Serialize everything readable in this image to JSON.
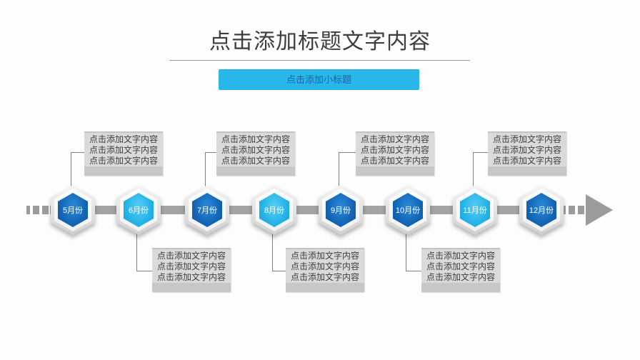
{
  "title": {
    "text": "点击添加标题文字内容"
  },
  "subtitle": {
    "text": "点击添加小标题"
  },
  "colors": {
    "accent_cyan": "#29b6e8",
    "accent_dark_blue": "#1365b4",
    "timeline_gray": "#a4a4a4",
    "callout_gray": "#dadada",
    "subtitle_text_blue": "#1566a6"
  },
  "timeline": {
    "nodes": [
      {
        "label": "5月份",
        "variant": "dark"
      },
      {
        "label": "6月份",
        "variant": "cyan"
      },
      {
        "label": "7月份",
        "variant": "dark"
      },
      {
        "label": "8月份",
        "variant": "cyan"
      },
      {
        "label": "9月份",
        "variant": "dark"
      },
      {
        "label": "10月份",
        "variant": "dark"
      },
      {
        "label": "11月份",
        "variant": "cyan"
      },
      {
        "label": "12月份",
        "variant": "dark"
      }
    ],
    "callouts": [
      {
        "attached_to": "5月份",
        "position": "above",
        "lines": [
          "点击添加文字内容",
          "点击添加文字内容",
          "点击添加文字内容"
        ]
      },
      {
        "attached_to": "7月份",
        "position": "above",
        "lines": [
          "点击添加文字内容",
          "点击添加文字内容",
          "点击添加文字内容"
        ]
      },
      {
        "attached_to": "9月份",
        "position": "above",
        "lines": [
          "点击添加文字内容",
          "点击添加文字内容",
          "点击添加文字内容"
        ]
      },
      {
        "attached_to": "11月份",
        "position": "above",
        "lines": [
          "点击添加文字内容",
          "点击添加文字内容",
          "点击添加文字内容"
        ]
      },
      {
        "attached_to": "6月份",
        "position": "below",
        "lines": [
          "点击添加文字内容",
          "点击添加文字内容",
          "点击添加文字内容"
        ]
      },
      {
        "attached_to": "8月份",
        "position": "below",
        "lines": [
          "点击添加文字内容",
          "点击添加文字内容",
          "点击添加文字内容"
        ]
      },
      {
        "attached_to": "10月份",
        "position": "below",
        "lines": [
          "点击添加文字内容",
          "点击添加文字内容",
          "点击添加文字内容"
        ]
      }
    ]
  }
}
